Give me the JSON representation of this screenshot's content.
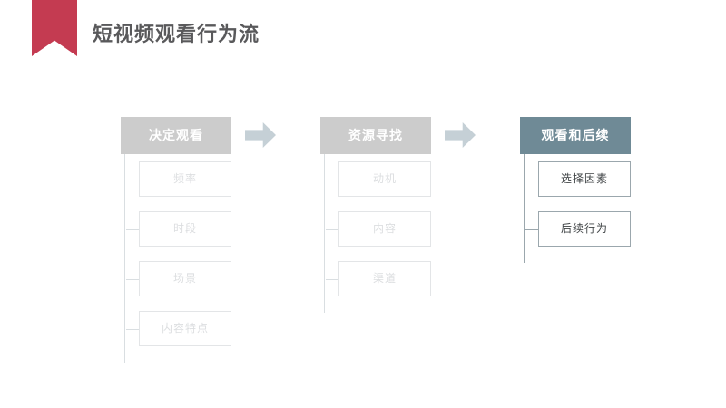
{
  "slide": {
    "title": "短视频观看行为流",
    "ribbon_color": "#C43B51",
    "title_color": "#59595B",
    "background": "#FFFFFF"
  },
  "flow": {
    "arrow_icon_color": "#C5D0D6",
    "arrows": [
      {
        "name": "arrow-1",
        "glyph": "arrow-right-icon"
      },
      {
        "name": "arrow-2",
        "glyph": "arrow-right-icon"
      }
    ],
    "stages": [
      {
        "header": "决定观看",
        "tone": "gray",
        "header_bg": "#CCCCCC",
        "header_text_color": "#FFFFFF",
        "items": [
          {
            "label": "频率"
          },
          {
            "label": "时段"
          },
          {
            "label": "场景"
          },
          {
            "label": "内容特点"
          }
        ]
      },
      {
        "header": "资源寻找",
        "tone": "gray",
        "header_bg": "#CCCCCC",
        "header_text_color": "#FFFFFF",
        "items": [
          {
            "label": "动机"
          },
          {
            "label": "内容"
          },
          {
            "label": "渠道"
          }
        ]
      },
      {
        "header": "观看和后续",
        "tone": "teal",
        "header_bg": "#6F8A96",
        "header_text_color": "#FFFFFF",
        "items": [
          {
            "label": "选择因素"
          },
          {
            "label": "后续行为"
          }
        ]
      }
    ]
  }
}
